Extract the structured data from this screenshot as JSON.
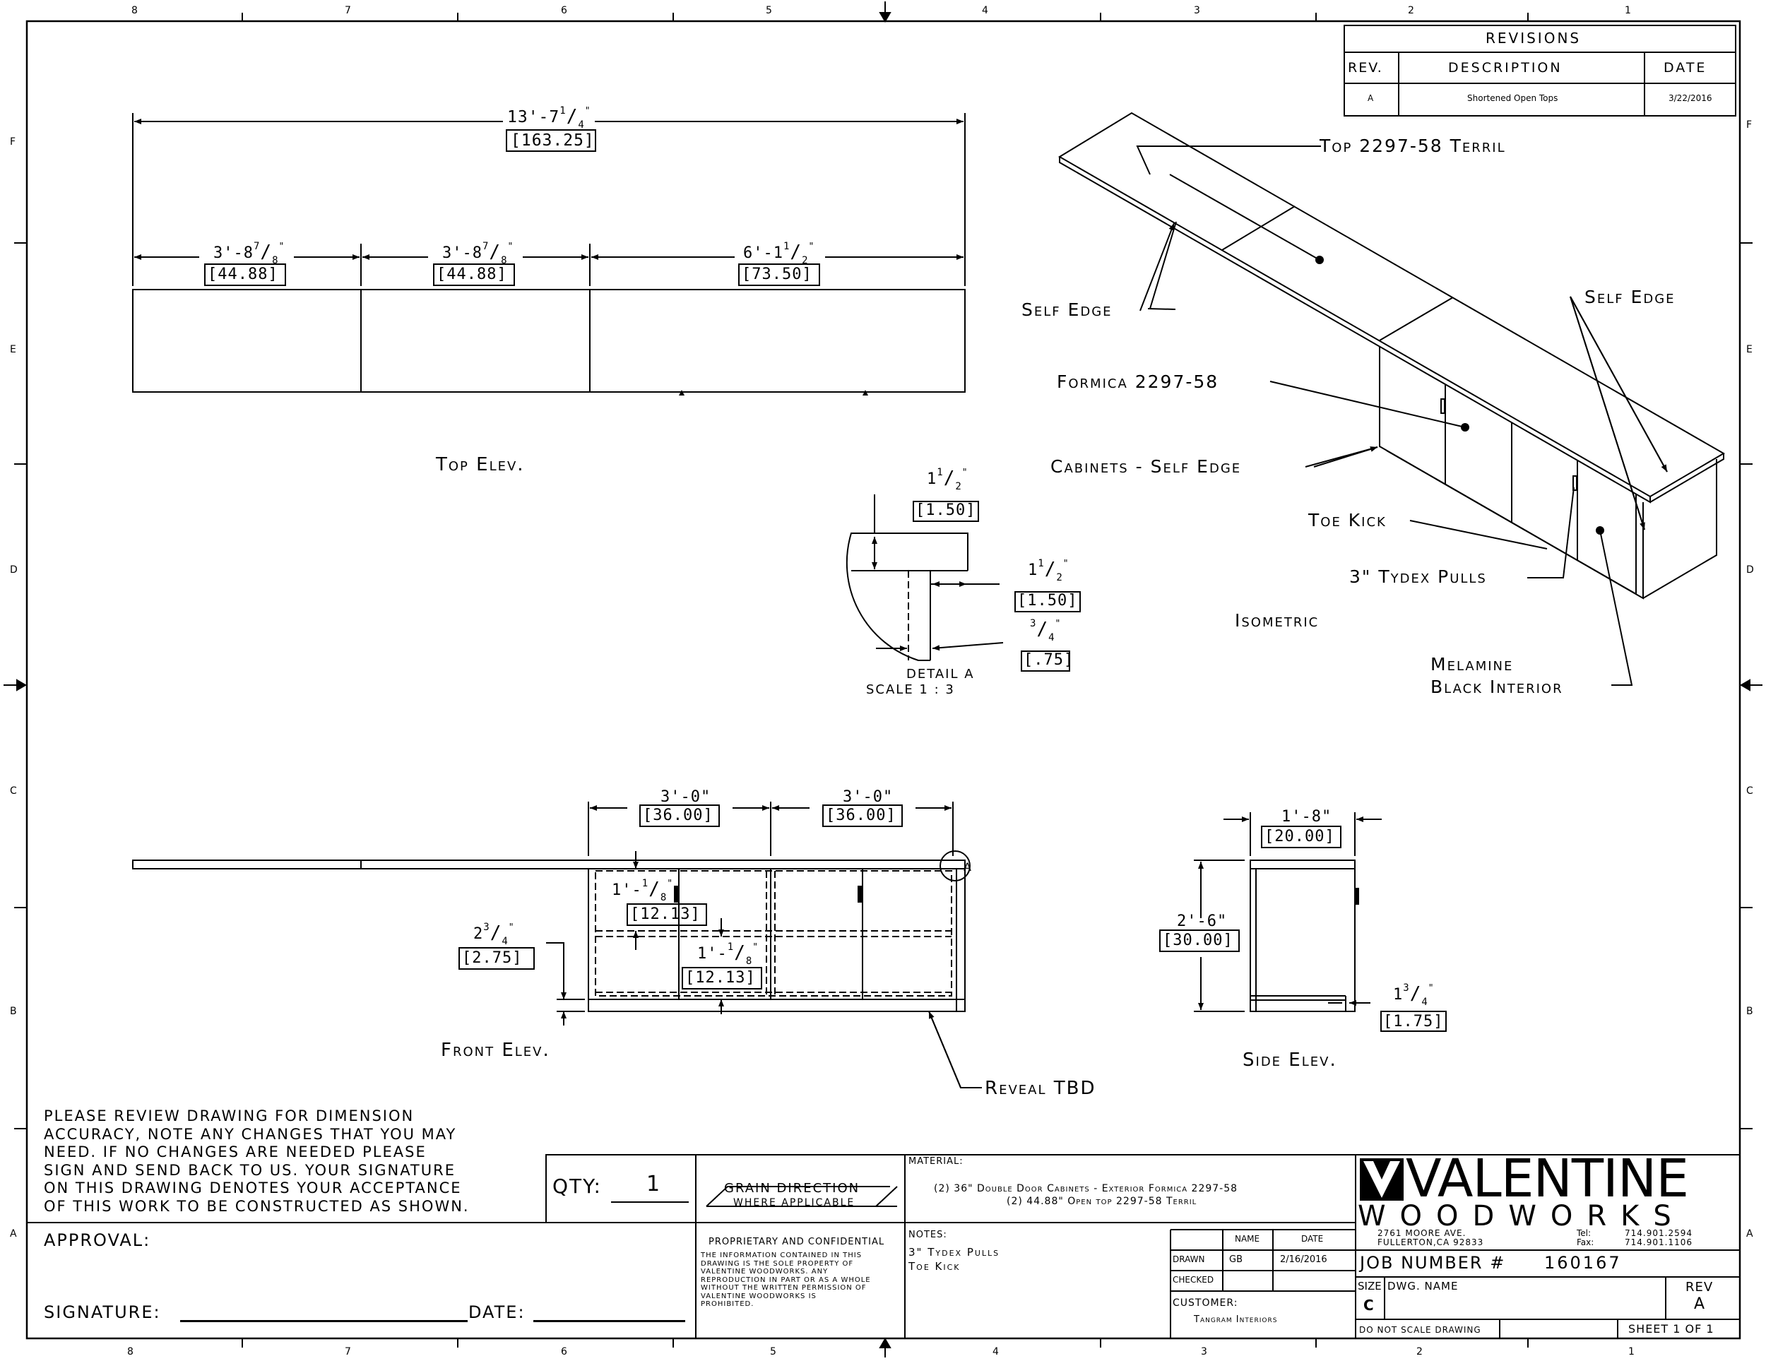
{
  "border": {
    "top_zones": [
      "8",
      "7",
      "6",
      "5",
      "4",
      "3",
      "2",
      "1"
    ],
    "bottom_zones": [
      "8",
      "7",
      "6",
      "5",
      "4",
      "3",
      "2",
      "1"
    ],
    "left_zones": [
      "F",
      "E",
      "D",
      "C",
      "B",
      "A"
    ],
    "right_zones": [
      "F",
      "E",
      "D",
      "C",
      "B",
      "A"
    ]
  },
  "revisions": {
    "title": "REVISIONS",
    "headers": [
      "REV.",
      "DESCRIPTION",
      "DATE"
    ],
    "rows": [
      {
        "rev": "A",
        "description": "Shortened Open Tops",
        "date": "3/22/2016"
      }
    ]
  },
  "top_elev": {
    "overall_dim": "13'-7",
    "overall_frac_num": "1",
    "overall_frac_den": "4",
    "overall_dec": "[163.25]",
    "seg1_dim": "3'-8",
    "seg1_num": "7",
    "seg1_den": "8",
    "seg1_dec": "[44.88]",
    "seg2_dim": "3'-8",
    "seg2_num": "7",
    "seg2_den": "8",
    "seg2_dec": "[44.88]",
    "seg3_dim": "6'-1",
    "seg3_num": "1",
    "seg3_den": "2",
    "seg3_dec": "[73.50]",
    "label": "Top Elev."
  },
  "isometric": {
    "label": "Isometric",
    "callouts": {
      "top": "Top 2297-58 Terril",
      "self_edge_left": "Self Edge",
      "self_edge_right": "Self Edge",
      "formica": "Formica 2297-58",
      "cabinets": "Cabinets - Self Edge",
      "toe_kick": "Toe Kick",
      "pulls": "3\" Tydex Pulls",
      "melamine_1": "Melamine",
      "melamine_2": "Black Interior"
    }
  },
  "detail_a": {
    "dim1_whole": "1",
    "dim1_num": "1",
    "dim1_den": "2",
    "dim1_dec": "[1.50]",
    "dim2_whole": "1",
    "dim2_num": "1",
    "dim2_den": "2",
    "dim2_dec": "[1.50]",
    "dim3_num": "3",
    "dim3_den": "4",
    "dim3_dec": "[.75]",
    "title": "DETAIL A",
    "scale": "SCALE 1 : 3"
  },
  "front_elev": {
    "dim_left": "3'-0\"",
    "dim_left_dec": "[36.00]",
    "dim_right": "3'-0\"",
    "dim_right_dec": "[36.00]",
    "shelf1_dim": "1'-",
    "shelf1_num": "1",
    "shelf1_den": "8",
    "shelf1_dec": "[12.13]",
    "shelf2_dim": "1'-",
    "shelf2_num": "1",
    "shelf2_den": "8",
    "shelf2_dec": "[12.13]",
    "toe_whole": "2",
    "toe_num": "3",
    "toe_den": "4",
    "toe_dec": "[2.75]",
    "detail_marker": "A",
    "label": "Front Elev.",
    "reveal": "Reveal TBD"
  },
  "side_elev": {
    "depth_dim": "1'-8\"",
    "depth_dec": "[20.00]",
    "height_dim": "2'-6\"",
    "height_dec": "[30.00]",
    "toe_whole": "1",
    "toe_num": "3",
    "toe_den": "4",
    "toe_dec": "[1.75]",
    "label": "Side Elev."
  },
  "title_block": {
    "review_note": [
      "PLEASE REVIEW DRAWING FOR DIMENSION",
      "ACCURACY, NOTE ANY CHANGES THAT YOU MAY",
      "NEED. IF NO CHANGES ARE NEEDED PLEASE",
      "SIGN AND SEND BACK TO US. YOUR SIGNATURE",
      "ON THIS DRAWING DENOTES YOUR ACCEPTANCE",
      "OF THIS WORK TO BE CONSTRUCTED AS SHOWN."
    ],
    "qty_label": "QTY:",
    "qty_value": "1",
    "grain_1": "GRAIN DIRECTION",
    "grain_2": "WHERE APPLICABLE",
    "material_label": "MATERIAL:",
    "material_1": "(2) 36\" Double Door Cabinets - Exterior Formica 2297-58",
    "material_2": "(2) 44.88\" Open top 2297-58 Terril",
    "approval_label": "APPROVAL:",
    "signature_label": "SIGNATURE:",
    "date_label": "DATE:",
    "proprietary_title": "PROPRIETARY AND CONFIDENTIAL",
    "proprietary_body": [
      "THE INFORMATION CONTAINED IN THIS",
      "DRAWING IS THE SOLE PROPERTY OF",
      "VALENTINE WOODWORKS.  ANY",
      "REPRODUCTION IN PART OR AS A WHOLE",
      "WITHOUT THE WRITTEN PERMISSION OF",
      "VALENTINE WOODWORKS IS",
      "PROHIBITED."
    ],
    "notes_label": "NOTES:",
    "notes": [
      "3\" Tydex Pulls",
      "Toe Kick"
    ],
    "name_header": "NAME",
    "date_header": "DATE",
    "drawn_label": "DRAWN",
    "drawn_name": "GB",
    "drawn_date": "2/16/2016",
    "checked_label": "CHECKED",
    "customer_label": "CUSTOMER:",
    "customer_value": "Tangram Interiors",
    "company_1": "VALENTINE",
    "company_2": "WOODWORKS",
    "address_1": "2761 MOORE AVE.",
    "address_2": "FULLERTON,CA 92833",
    "tel_label": "Tel:",
    "tel_value": "714.901.2594",
    "fax_label": "Fax:",
    "fax_value": "714.901.1106",
    "job_label": "JOB NUMBER #",
    "job_value": "160167",
    "size_label": "SIZE",
    "size_value": "C",
    "dwg_label": "DWG.  NAME",
    "rev_label": "REV",
    "rev_value": "A",
    "no_scale": "DO NOT SCALE DRAWING",
    "sheet": "SHEET 1 OF 1"
  }
}
